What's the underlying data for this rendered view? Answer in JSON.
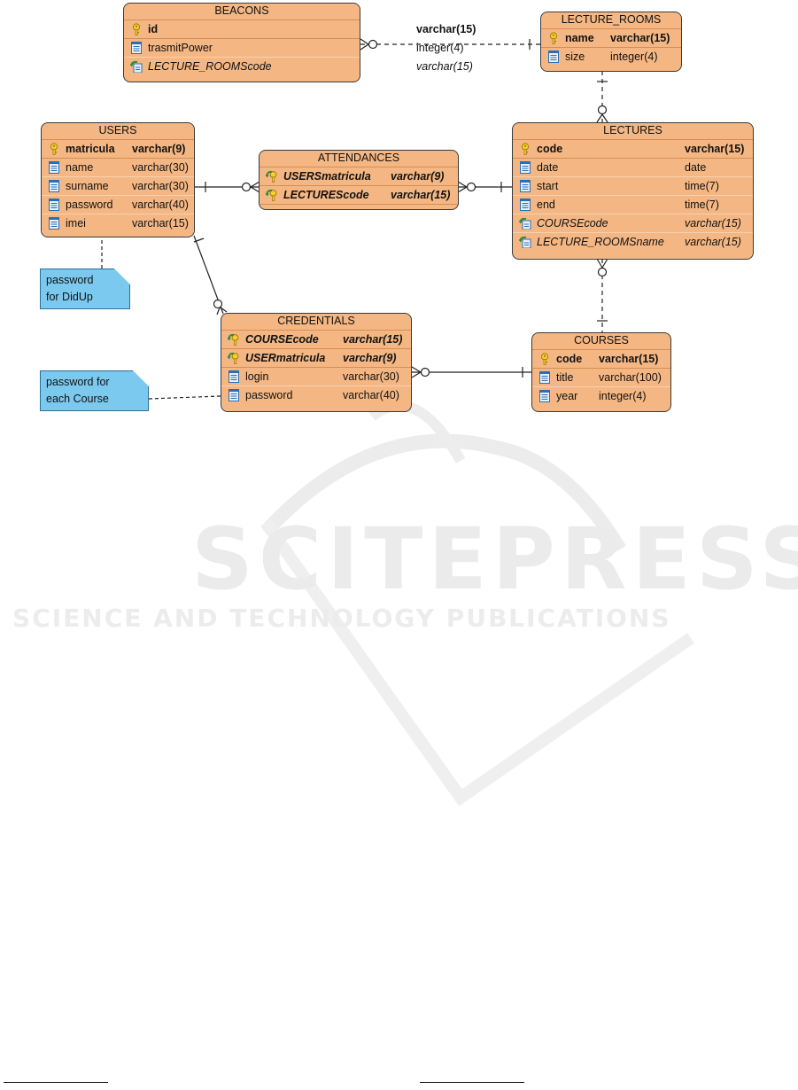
{
  "watermark": {
    "main": "SCITEPRESS",
    "sub": "SCIENCE AND TECHNOLOGY PUBLICATIONS"
  },
  "entities": {
    "beacons": {
      "title": "BEACONS",
      "rows": [
        {
          "name": "id",
          "type": "varchar(15)",
          "kind": "pk"
        },
        {
          "name": "trasmitPower",
          "type": "integer(4)",
          "kind": "col"
        },
        {
          "name": "LECTURE_ROOMScode",
          "type": "varchar(15)",
          "kind": "fk"
        }
      ]
    },
    "lecture_rooms": {
      "title": "LECTURE_ROOMS",
      "rows": [
        {
          "name": "name",
          "type": "varchar(15)",
          "kind": "pk"
        },
        {
          "name": "size",
          "type": "integer(4)",
          "kind": "col"
        }
      ]
    },
    "users": {
      "title": "USERS",
      "rows": [
        {
          "name": "matricula",
          "type": "varchar(9)",
          "kind": "pk"
        },
        {
          "name": "name",
          "type": "varchar(30)",
          "kind": "col"
        },
        {
          "name": "surname",
          "type": "varchar(30)",
          "kind": "col"
        },
        {
          "name": "password",
          "type": "varchar(40)",
          "kind": "col"
        },
        {
          "name": "imei",
          "type": "varchar(15)",
          "kind": "col"
        }
      ]
    },
    "attendances": {
      "title": "ATTENDANCES",
      "rows": [
        {
          "name": "USERSmatricula",
          "type": "varchar(9)",
          "kind": "pkfk"
        },
        {
          "name": "LECTUREScode",
          "type": "varchar(15)",
          "kind": "pkfk"
        }
      ]
    },
    "lectures": {
      "title": "LECTURES",
      "rows": [
        {
          "name": "code",
          "type": "varchar(15)",
          "kind": "pk"
        },
        {
          "name": "date",
          "type": "date",
          "kind": "col"
        },
        {
          "name": "start",
          "type": "time(7)",
          "kind": "col"
        },
        {
          "name": "end",
          "type": "time(7)",
          "kind": "col"
        },
        {
          "name": "COURSEcode",
          "type": "varchar(15)",
          "kind": "fk"
        },
        {
          "name": "LECTURE_ROOMSname",
          "type": "varchar(15)",
          "kind": "fk"
        }
      ]
    },
    "credentials": {
      "title": "CREDENTIALS",
      "rows": [
        {
          "name": "COURSEcode",
          "type": "varchar(15)",
          "kind": "pkfk"
        },
        {
          "name": "USERmatricula",
          "type": "varchar(9)",
          "kind": "pkfk"
        },
        {
          "name": "login",
          "type": "varchar(30)",
          "kind": "col"
        },
        {
          "name": "password",
          "type": "varchar(40)",
          "kind": "col"
        }
      ]
    },
    "courses": {
      "title": "COURSES",
      "rows": [
        {
          "name": "code",
          "type": "varchar(15)",
          "kind": "pk"
        },
        {
          "name": "title",
          "type": "varchar(100)",
          "kind": "col"
        },
        {
          "name": "year",
          "type": "integer(4)",
          "kind": "col"
        }
      ]
    }
  },
  "notes": {
    "didup": {
      "line1": "password",
      "line2": "for DidUp"
    },
    "course": {
      "line1": "password for",
      "line2": "each Course"
    }
  },
  "colors": {
    "entity_fill": "#f4b783",
    "note_fill": "#7cc9ef",
    "line": "#222222"
  }
}
